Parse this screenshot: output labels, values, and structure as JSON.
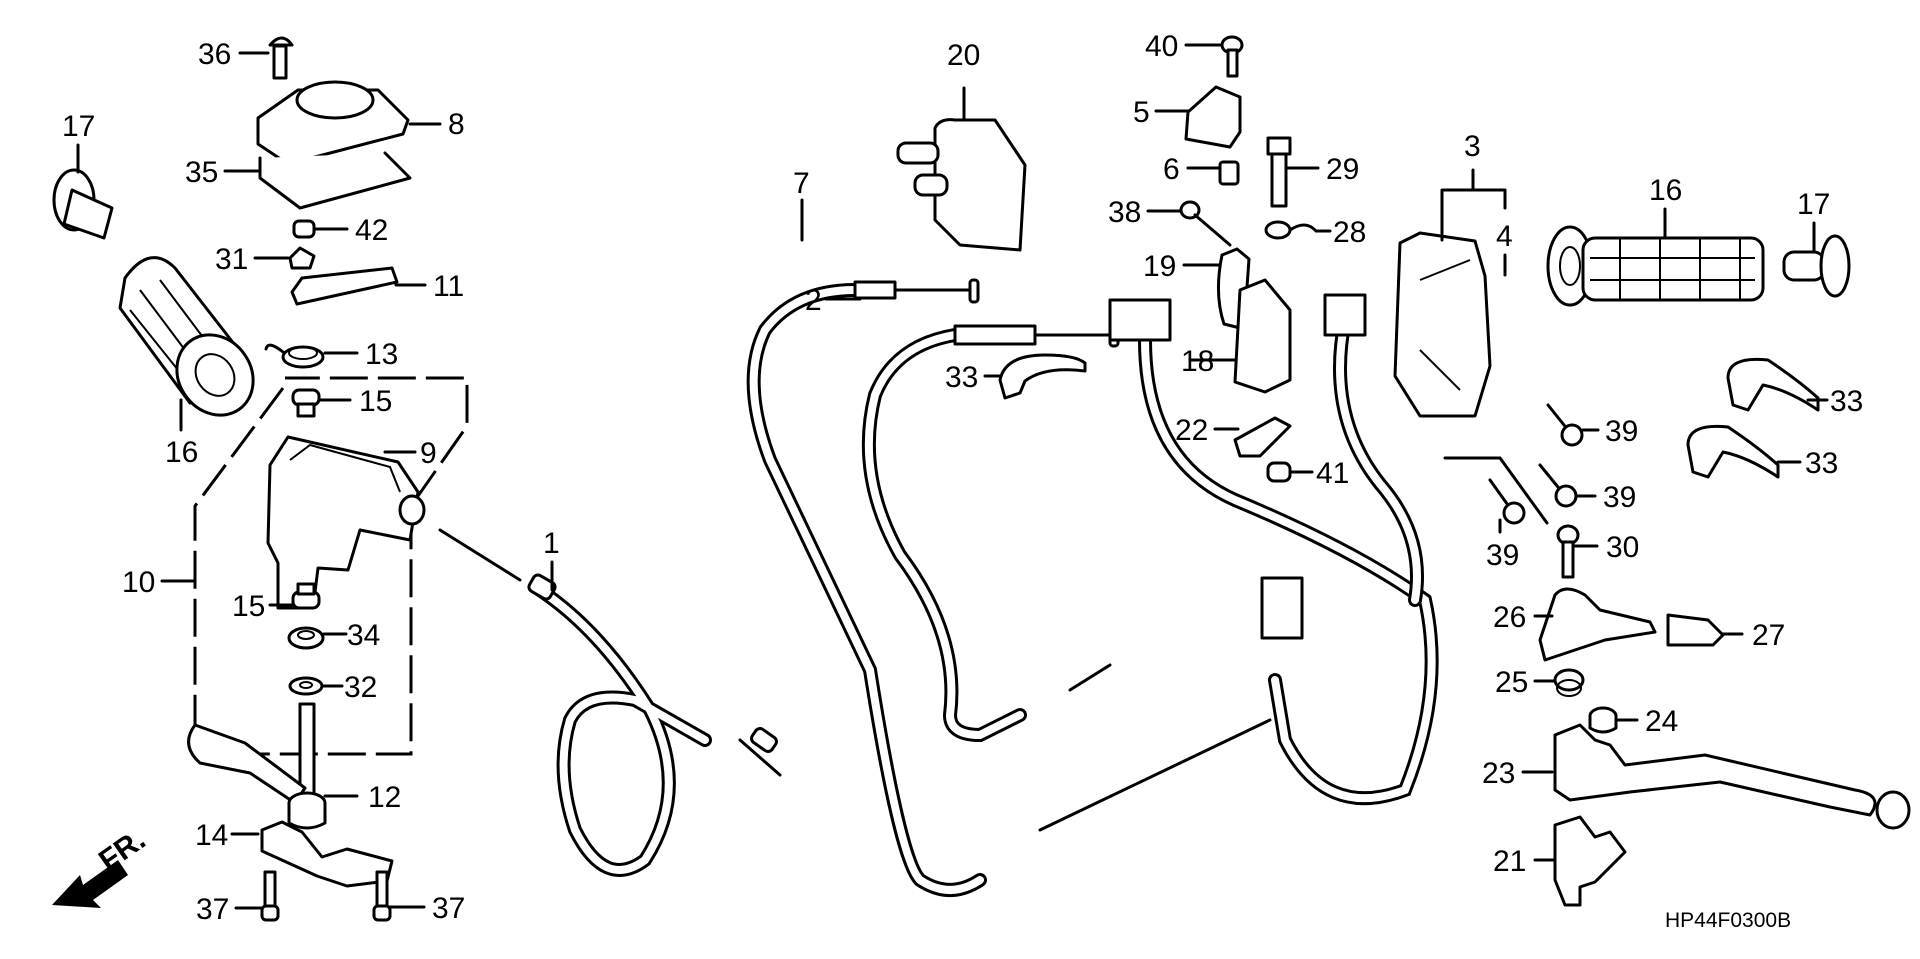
{
  "diagram": {
    "drawing_code": "HP44F0300B",
    "direction_indicator": "FR.",
    "labels": {
      "p1": "1",
      "p2": "2",
      "p3": "3",
      "p4": "4",
      "p5": "5",
      "p6": "6",
      "p7": "7",
      "p8": "8",
      "p9": "9",
      "p10": "10",
      "p11": "11",
      "p12": "12",
      "p13": "13",
      "p14": "14",
      "p15a": "15",
      "p15b": "15",
      "p16a": "16",
      "p16b": "16",
      "p17a": "17",
      "p17b": "17",
      "p18": "18",
      "p19": "19",
      "p20": "20",
      "p21": "21",
      "p22": "22",
      "p23": "23",
      "p24": "24",
      "p25": "25",
      "p26": "26",
      "p27": "27",
      "p28": "28",
      "p29": "29",
      "p30": "30",
      "p31": "31",
      "p32": "32",
      "p33a": "33",
      "p33b": "33",
      "p33c": "33",
      "p34": "34",
      "p35": "35",
      "p36": "36",
      "p37a": "37",
      "p37b": "37",
      "p38": "38",
      "p39a": "39",
      "p39b": "39",
      "p39c": "39",
      "p40": "40",
      "p41": "41",
      "p42": "42"
    }
  }
}
